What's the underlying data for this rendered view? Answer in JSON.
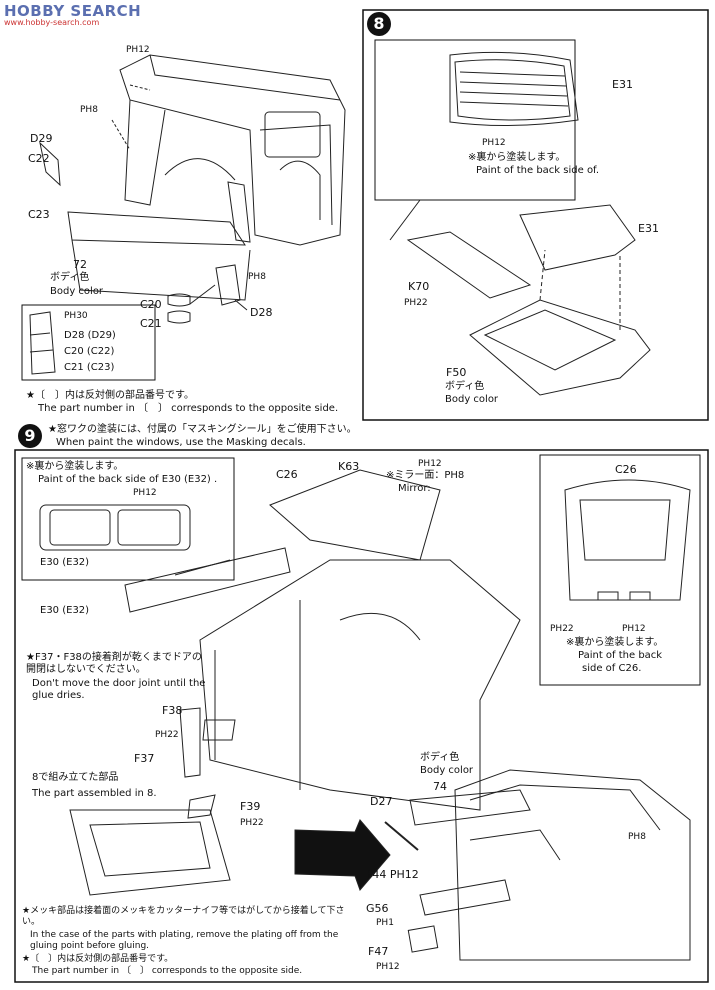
{
  "watermark": {
    "brand": "HOBBY SEARCH",
    "sub": "www.hobby-search.com"
  },
  "step8": {
    "number": "8",
    "note_jp": "※裏から塗装します。",
    "note_en": "Paint of the back side of.",
    "body_jp": "ボディ色",
    "body_en": "Body color",
    "labels": {
      "e31a": "E31",
      "e31b": "E31",
      "k70": "K70",
      "f50": "F50",
      "ph12": "PH12",
      "ph22": "PH22"
    }
  },
  "left_top": {
    "labels": {
      "ph12": "PH12",
      "ph8a": "PH8",
      "d29": "D29",
      "c22": "C22",
      "c23": "C23",
      "ph8b": "PH8",
      "c72": "72",
      "c20": "C20",
      "c21": "C21",
      "d28": "D28"
    },
    "body_jp": "ボディ色",
    "body_en": "Body color",
    "inset": {
      "ph30": "PH30",
      "r1": "D28 (D29)",
      "r2": "C20 (C22)",
      "r3": "C21 (C23)"
    },
    "footnote_jp": "★〔　〕内は反対側の部品番号です。",
    "footnote_en": "The part number in 〔　〕 corresponds to the opposite side."
  },
  "step9": {
    "number": "9",
    "header_jp": "★窓ワクの塗装には、付属の「マスキングシール」をご使用下さい。",
    "header_en": "When paint the windows, use the Masking decals.",
    "inset_note_jp": "※裏から塗装します。",
    "inset_note_en": "Paint of the back side of  E30 (E32) .",
    "inset_ph": "PH12",
    "inset_part": "E30 (E32)",
    "strip_part": "E30 (E32)",
    "door_jp": "★F37・F38の接着剤が乾くまでドアの開閉はしないでください。",
    "door_en": "Don't move the door joint until the glue dries.",
    "assembled_jp": "8で組み立てた部品",
    "assembled_en": "The part assembled in 8.",
    "plating_jp": "★メッキ部品は接着面のメッキをカッターナイフ等ではがしてから接着して下さい。",
    "plating_en": "In the case of the parts with plating, remove the plating off from the gluing point before gluing.",
    "footnote_jp": "★〔　〕内は反対側の部品番号です。",
    "footnote_en": "The part number in 〔　〕 corresponds to the opposite side.",
    "c26": "C26",
    "k63": "K63",
    "ph12": "PH12",
    "mirror_jp": "※ミラー面：PH8",
    "mirror_en": "Mirror:",
    "f38": "F38",
    "ph22a": "PH22",
    "f37": "F37",
    "f39": "F39",
    "ph22b": "PH22",
    "body_jp": "ボディ色",
    "body_en": "Body color",
    "n74": "74",
    "d27": "D27",
    "ph8": "PH8",
    "f44": "F44 PH12",
    "g56": "G56",
    "ph1": "PH1",
    "f47": "F47",
    "ph12b": "PH12",
    "right_inset": {
      "c26": "C26",
      "ph22": "PH22",
      "ph12": "PH12",
      "note_jp": "※裏から塗装します。",
      "note_en1": "Paint of the back",
      "note_en2": "side of C26."
    }
  }
}
